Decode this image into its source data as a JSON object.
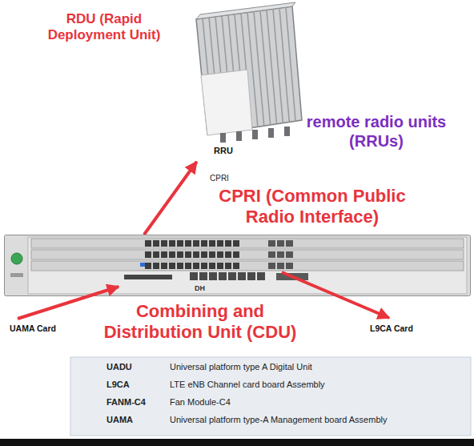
{
  "diagram": {
    "nodes": [
      {
        "text": [
          "RRU"
        ]
      },
      {
        "text": [
          "DH"
        ]
      }
    ],
    "edges": [
      {
        "from": 1,
        "to": 0,
        "arrow": "to"
      }
    ],
    "labels": [
      "RDU (Rapid Deployment Unit)",
      "remote radio units (RRUs)",
      "CPRI",
      "CPRI (Common Public Radio Interface)",
      "UAMA Card",
      "Combining and Distribution Unit (CDU)",
      "L9CA Card",
      "UADU",
      "Universal platform type A Digital Unit",
      "L9CA",
      "LTE eNB Channel card board Assembly",
      "FANM-C4",
      "Fan Module-C4",
      "UAMA",
      "Universal platform type-A Management board Assembly"
    ]
  }
}
